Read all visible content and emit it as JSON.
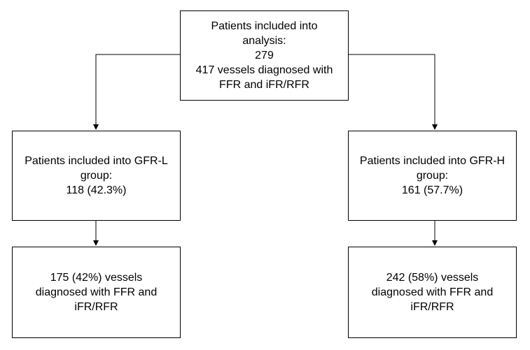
{
  "top_box": {
    "line1": "Patients included into",
    "line2": "analysis:",
    "line3": "279",
    "line4": "417 vessels diagnosed with",
    "line5": "FFR and iFR/RFR"
  },
  "left_group": {
    "line1": "Patients included into GFR-L",
    "line2": "group:",
    "line3": "118 (42.3%)"
  },
  "right_group": {
    "line1": "Patients included into GFR-H",
    "line2": "group:",
    "line3": "161 (57.7%)"
  },
  "left_vessels": {
    "line1": "175 (42%) vessels",
    "line2": "diagnosed with FFR and",
    "line3": "iFR/RFR"
  },
  "right_vessels": {
    "line1": "242 (58%) vessels",
    "line2": "diagnosed with FFR and",
    "line3": "iFR/RFR"
  },
  "colors": {
    "stroke": "#000000",
    "background": "#ffffff"
  }
}
